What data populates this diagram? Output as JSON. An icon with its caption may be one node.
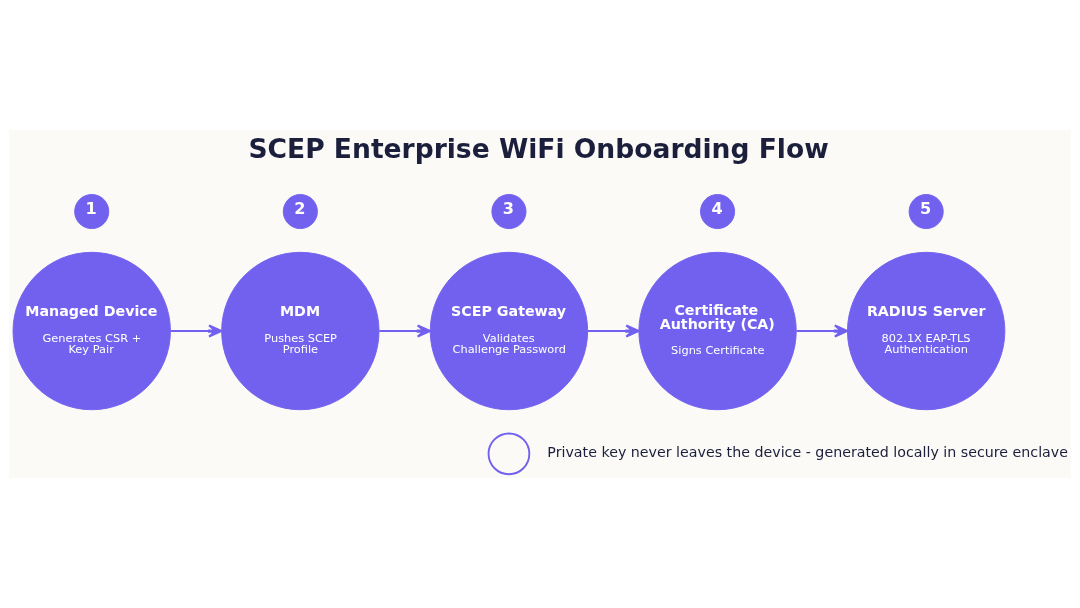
{
  "diagram": {
    "title": "SCEP Enterprise WiFi Onboarding Flow",
    "nodes": [
      {
        "text": [
          "1"
        ]
      },
      {
        "text": [
          "2"
        ]
      },
      {
        "text": [
          "3"
        ]
      },
      {
        "text": [
          "4"
        ]
      },
      {
        "text": [
          "5"
        ]
      },
      {
        "text": [
          "Managed Device",
          "Generates CSR + Key Pair"
        ]
      },
      {
        "text": [
          "MDM",
          "Pushes SCEP Profile"
        ]
      },
      {
        "text": [
          "SCEP Gateway",
          "Validates Challenge Password"
        ]
      },
      {
        "text": [
          "Certificate Authority (CA)",
          "Signs Certificate"
        ]
      },
      {
        "text": [
          "RADIUS Server",
          "802.1X EAP-TLS Authentication"
        ]
      },
      {
        "text": [],
        "shape": "circle",
        "beside": [
          "Private key never leaves the device - generated locally in secure enclave"
        ]
      }
    ],
    "edges": [
      {
        "from": 5,
        "to": 6,
        "arrow": "to"
      },
      {
        "from": 6,
        "to": 7,
        "arrow": "to"
      },
      {
        "from": 7,
        "to": 8,
        "arrow": "to"
      },
      {
        "from": 8,
        "to": 9,
        "arrow": "to"
      }
    ]
  }
}
